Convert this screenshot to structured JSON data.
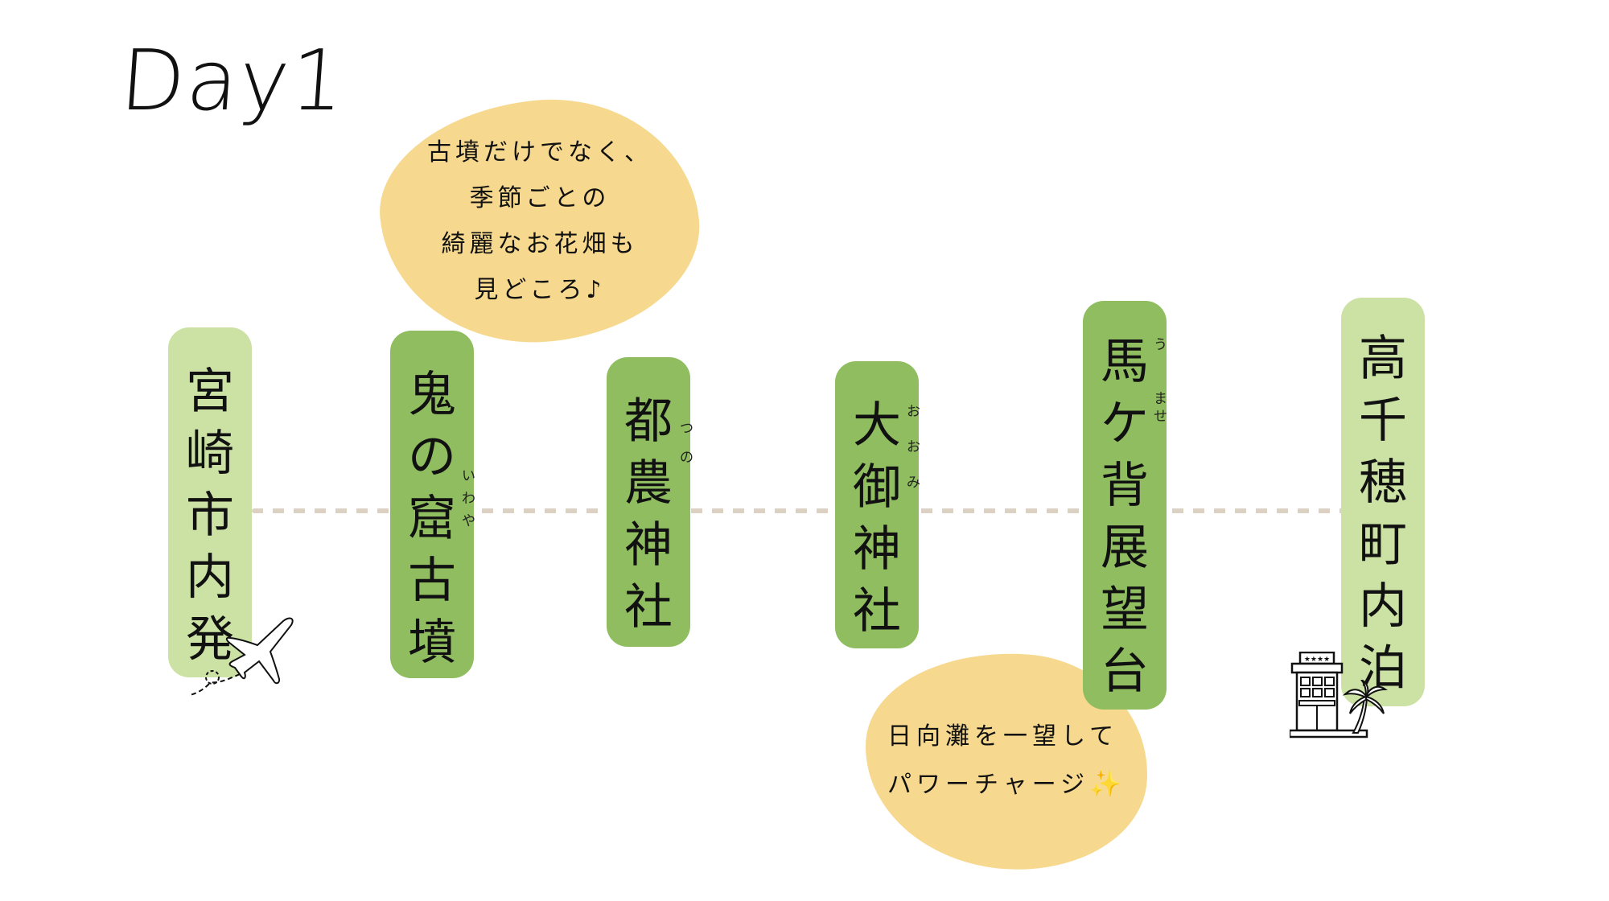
{
  "title": "Day1",
  "route": {
    "line_color": "#dcd2c4",
    "stops": [
      {
        "name": "宮崎市内発",
        "chars": [
          "宮",
          "崎",
          "市",
          "内",
          "発"
        ],
        "style": "start",
        "color": "#cbe2a4",
        "ruby": [],
        "icon": "airplane-icon"
      },
      {
        "name": "鬼の窟古墳",
        "chars": [
          "鬼",
          "の",
          "窟",
          "古",
          "墳"
        ],
        "style": "spot",
        "color": "#8fbd5f",
        "ruby_for": "窟",
        "ruby": [
          "い",
          "わ",
          "や"
        ]
      },
      {
        "name": "都農神社",
        "chars": [
          "都",
          "農",
          "神",
          "社"
        ],
        "style": "spot",
        "color": "#8fbd5f",
        "ruby_for": "都農",
        "ruby": [
          "つ",
          "の"
        ]
      },
      {
        "name": "大御神社",
        "chars": [
          "大",
          "御",
          "神",
          "社"
        ],
        "style": "spot",
        "color": "#8fbd5f",
        "ruby_for": "大御",
        "ruby": [
          "お",
          "お",
          "み"
        ]
      },
      {
        "name": "馬ケ背展望台",
        "chars": [
          "馬",
          "ケ",
          "背",
          "展",
          "望",
          "台"
        ],
        "style": "spot",
        "color": "#8fbd5f",
        "ruby_for": "馬ケ背",
        "ruby": [
          "う",
          "ま",
          "せ"
        ]
      },
      {
        "name": "高千穂町内泊",
        "chars": [
          "高",
          "千",
          "穂",
          "町",
          "内",
          "泊"
        ],
        "style": "end",
        "color": "#cbe2a4",
        "ruby": [],
        "icon": "hotel-icon"
      }
    ]
  },
  "notes": [
    {
      "attached_to": "鬼の窟古墳",
      "color": "#f6d98f",
      "lines": [
        "古墳だけでなく、",
        "季節ごとの",
        "綺麗なお花畑も",
        "見どころ♪"
      ]
    },
    {
      "attached_to": "馬ケ背展望台",
      "color": "#f6d98f",
      "lines": [
        "日向灘を一望して",
        "パワーチャージ"
      ],
      "emoji": "✨"
    }
  ],
  "icons": {
    "airplane": "airplane-icon",
    "hotel": "hotel-icon",
    "palm": "palm-tree-icon",
    "sparkle": "sparkles-icon"
  }
}
